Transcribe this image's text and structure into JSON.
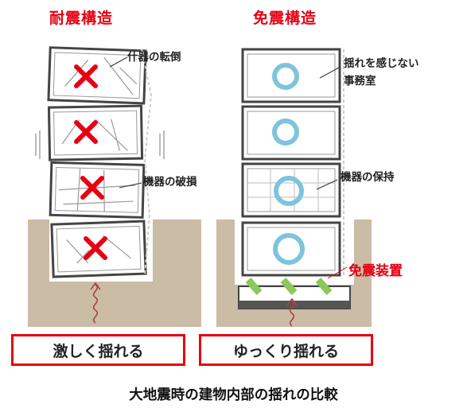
{
  "left_title": "耐震構造",
  "right_title": "免震構造",
  "left_notes": {
    "furniture": "什器の転倒",
    "equipment": "機器の破損"
  },
  "right_notes": {
    "office_line1": "揺れを感じない",
    "office_line2": "事務室",
    "equipment": "機器の保持",
    "isolator": "免震装置"
  },
  "left_box": "激しく揺れる",
  "right_box": "ゆっくり揺れる",
  "caption": "大地震時の建物内部の揺れの比較",
  "colors": {
    "accent_red": "#e60012",
    "circle_blue": "#7dc4dc",
    "ground": "#cbbca6",
    "isolator_green": "#8cc85a"
  }
}
